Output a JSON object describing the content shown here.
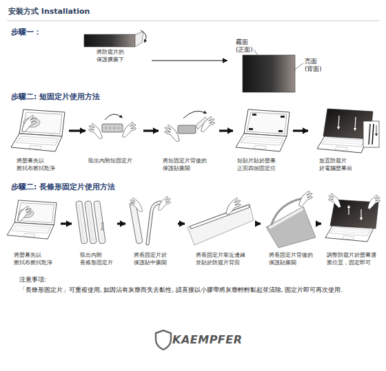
{
  "diagram": {
    "title": "安裝方式 Installation",
    "nodes": [
      {
        "text": [
          "將防窺片的 保護膜撕下"
        ]
      },
      {
        "text": [
          "霧面 (正面)",
          "亮面 (背面)"
        ]
      },
      {
        "text": [
          "將螢幕先以 擦拭布擦拭乾淨"
        ]
      },
      {
        "text": [
          "取出內附短固定片"
        ]
      },
      {
        "text": [
          "將短固定片背後的 保護貼撕開"
        ]
      },
      {
        "text": [
          "短貼片貼於螢幕 正面四個固定位"
        ]
      },
      {
        "text": [
          "放置防窺片 於電腦螢幕前"
        ]
      },
      {
        "text": [
          "將螢幕先以 擦拭布擦拭乾淨"
        ]
      },
      {
        "text": [
          "取出內附 長條形固定片"
        ]
      },
      {
        "text": [
          "將長固定片於 保護貼中撕開"
        ]
      },
      {
        "text": [
          "將長固定片靠近邊緣 並貼於防窺片背面"
        ]
      },
      {
        "text": [
          "將長固定片背後的 保護貼撕開"
        ]
      },
      {
        "text": [
          "調整防窺片於螢幕適 當位置，固定即可"
        ]
      }
    ],
    "edges": [
      {
        "from": 0,
        "to": 1,
        "arrow": "to"
      },
      {
        "from": 2,
        "to": 3,
        "arrow": "to"
      },
      {
        "from": 3,
        "to": 4,
        "arrow": "to"
      },
      {
        "from": 4,
        "to": 5,
        "arrow": "to"
      },
      {
        "from": 5,
        "to": 6,
        "arrow": "to"
      },
      {
        "from": 7,
        "to": 8,
        "arrow": "to"
      },
      {
        "from": 8,
        "to": 9,
        "arrow": "to"
      },
      {
        "from": 9,
        "to": 10,
        "arrow": "to"
      },
      {
        "from": 10,
        "to": 11,
        "arrow": "to"
      },
      {
        "from": 11,
        "to": 12,
        "arrow": "to"
      }
    ],
    "labels": [
      "步驟一：",
      "步驟二: 短固定片使用方法",
      "步驟二: 長條形固定片使用方法",
      "push",
      "注意事項:",
      "「長條形固定片」可重複使用, 如因沾有灰塵而失去黏性, 請直接以小膠帶將灰塵輕輕黏起並清除, 固定片即可再次使用.",
      "KAEMPFER"
    ]
  }
}
